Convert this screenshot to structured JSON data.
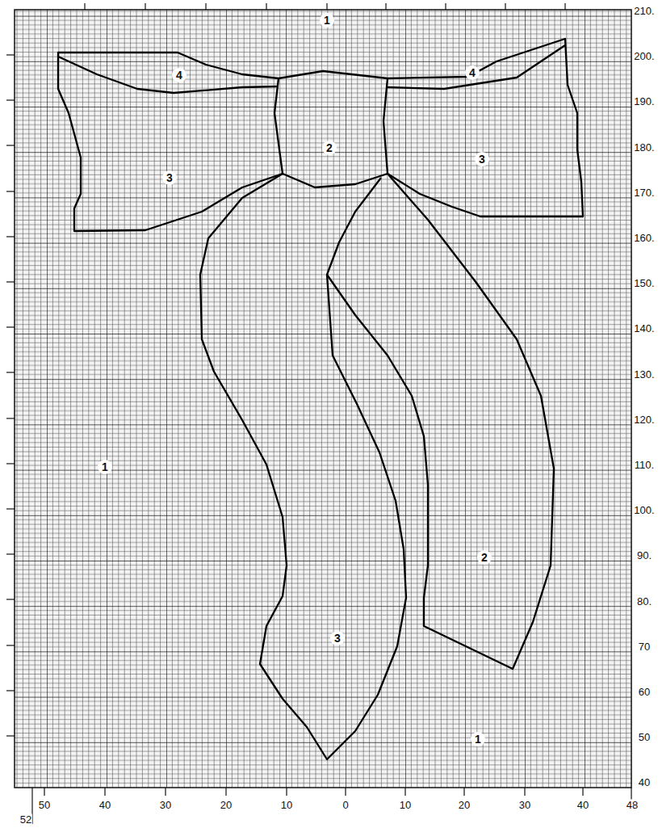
{
  "diagram": {
    "labels": [
      "1",
      "4",
      "4",
      "2",
      "3",
      "3",
      "1",
      "2",
      "3",
      "1",
      "210.",
      "200.",
      "190.",
      "180.",
      "170.",
      "160.",
      "150.",
      "140.",
      "130.",
      "120.",
      "110.",
      "100.",
      "90.",
      "80.",
      "70",
      "60",
      "50",
      "40",
      "50",
      "40",
      "30",
      "20",
      "10",
      "0",
      "10",
      "20",
      "30",
      "40",
      "48",
      "52"
    ]
  }
}
